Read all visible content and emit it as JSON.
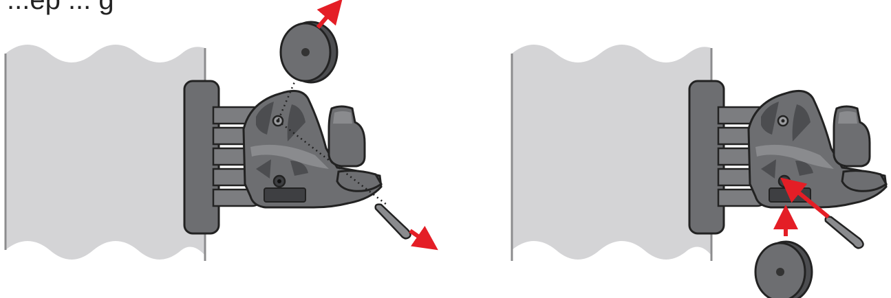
{
  "partial_heading": "...ep ... g",
  "colors": {
    "wall": "#d4d4d6",
    "wall_edge": "#8c8c8e",
    "mount_body": "#6d6e71",
    "mount_dark": "#4c4d50",
    "mount_light": "#8a8b8e",
    "outline": "#222222",
    "arrow": "#e41e26"
  },
  "panels": [
    {
      "name": "panel-remove",
      "action": "remove"
    },
    {
      "name": "panel-install",
      "action": "install"
    }
  ]
}
